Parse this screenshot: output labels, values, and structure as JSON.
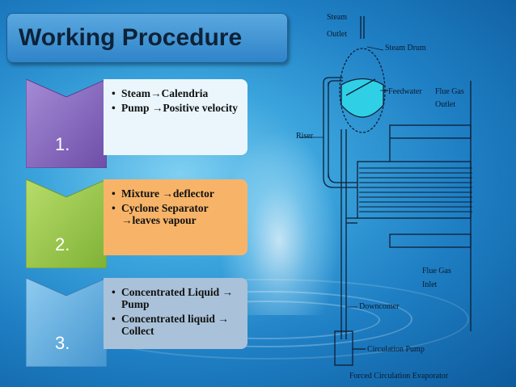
{
  "title": "Working Procedure",
  "steps": [
    {
      "number": "1.",
      "bullets": [
        "Steam→Calendria",
        "Pump →Positive velocity"
      ]
    },
    {
      "number": "2.",
      "bullets": [
        "Mixture →deflector",
        "Cyclone Separator →leaves vapour"
      ]
    },
    {
      "number": "3.",
      "bullets": [
        "Concentrated Liquid → Pump",
        "Concentrated liquid → Collect"
      ]
    }
  ],
  "diagram": {
    "steam_outlet_1": "Steam",
    "steam_outlet_2": "Outlet",
    "steam_drum": "Steam Drum",
    "feedwater": "Feedwater",
    "flue_gas_outlet_1": "Flue Gas",
    "flue_gas_outlet_2": "Outlet",
    "riser": "Riser",
    "flue_gas_inlet_1": "Flue Gas",
    "flue_gas_inlet_2": "Inlet",
    "downcomer": "Downcomer",
    "circulation_pump": "Circulation Pump",
    "caption": "Forced Circulation Evaporator"
  },
  "colors": {
    "step1_chevron": "#8f6fc2",
    "step1_card": "#e9f5fb",
    "step2_chevron": "#9dcb4a",
    "step2_card": "#f7b266",
    "step3_chevron": "#6fb8e6",
    "step3_card": "#a9c1d8"
  }
}
